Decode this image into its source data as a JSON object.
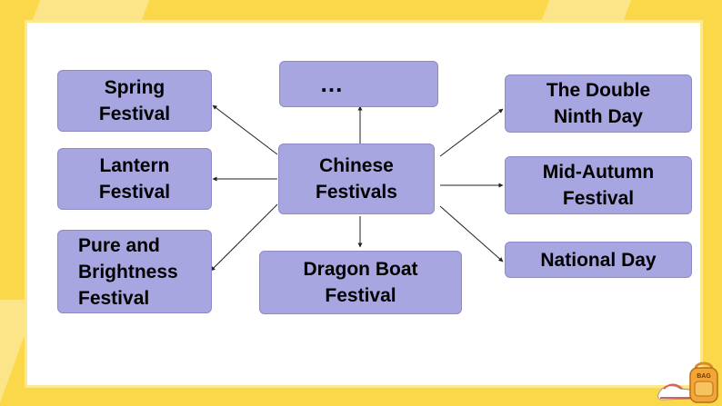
{
  "diagram": {
    "center": "Chinese\nFestivals",
    "nodes": {
      "spring": "Spring\nFestival",
      "lantern": "Lantern\nFestival",
      "pure": "Pure and\nBrightness\nFestival",
      "more": "…",
      "dragon": "Dragon Boat\nFestival",
      "double_ninth": "The Double\nNinth Day",
      "mid_autumn": "Mid-Autumn\nFestival",
      "national": "National Day"
    }
  },
  "colors": {
    "node_fill": "#a7a6e0",
    "node_border": "#8c8bc8",
    "background": "#fbd84a",
    "connector": "#222222"
  },
  "decoration": {
    "backpack_icon": "backpack-icon",
    "backpack_text": "BAG",
    "shoes_icon": "shoes-icon"
  }
}
